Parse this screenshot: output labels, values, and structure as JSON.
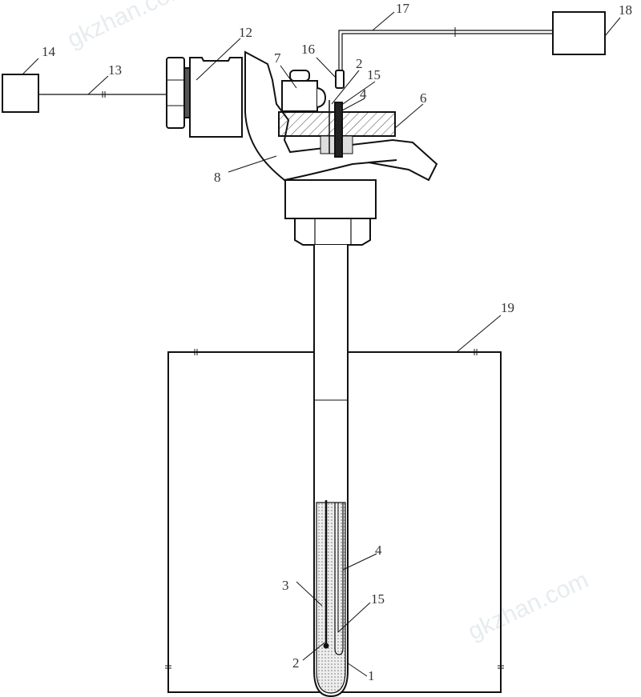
{
  "watermark": "gkzhan.com",
  "labels": {
    "l1": "1",
    "l2_top": "2",
    "l2_bottom": "2",
    "l3": "3",
    "l4_top": "4",
    "l4_bottom": "4",
    "l6": "6",
    "l7": "7",
    "l8": "8",
    "l12": "12",
    "l13": "13",
    "l14": "14",
    "l15_top": "15",
    "l15_bottom": "15",
    "l16": "16",
    "l17": "17",
    "l18": "18",
    "l19": "19"
  },
  "colors": {
    "line": "#111111",
    "fill": "#e8e8e8"
  }
}
